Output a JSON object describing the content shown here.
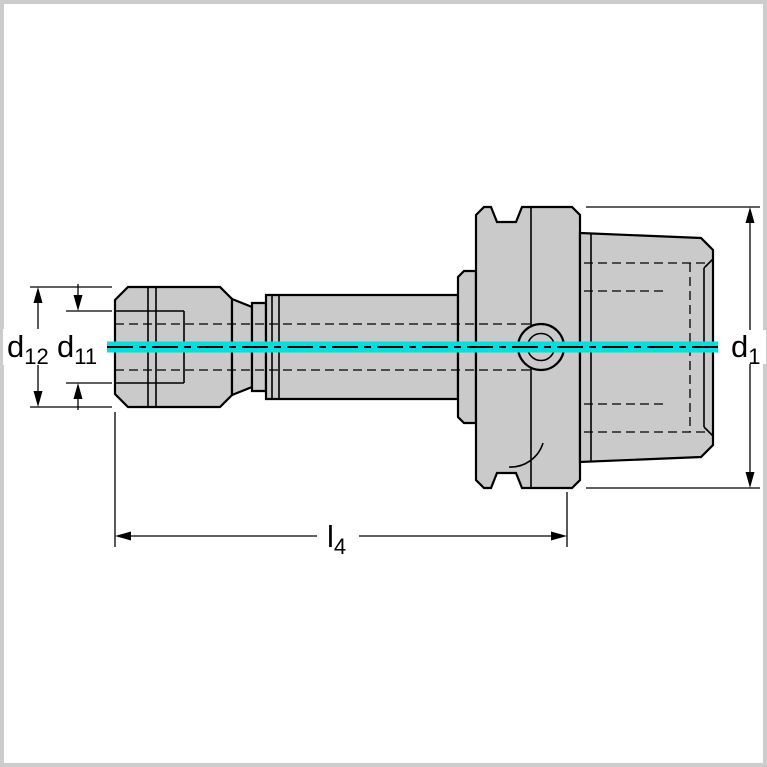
{
  "labels": {
    "d12": {
      "base": "d",
      "sub": "12"
    },
    "d11": {
      "base": "d",
      "sub": "11"
    },
    "d1": {
      "base": "d",
      "sub": "1"
    },
    "l4": {
      "base": "l",
      "sub": "4"
    }
  },
  "colors": {
    "centerline": "#00DFE0",
    "body": "#CACACA",
    "outline": "#000000",
    "frame": "#CCCCCC",
    "background": "#FFFFFF"
  }
}
